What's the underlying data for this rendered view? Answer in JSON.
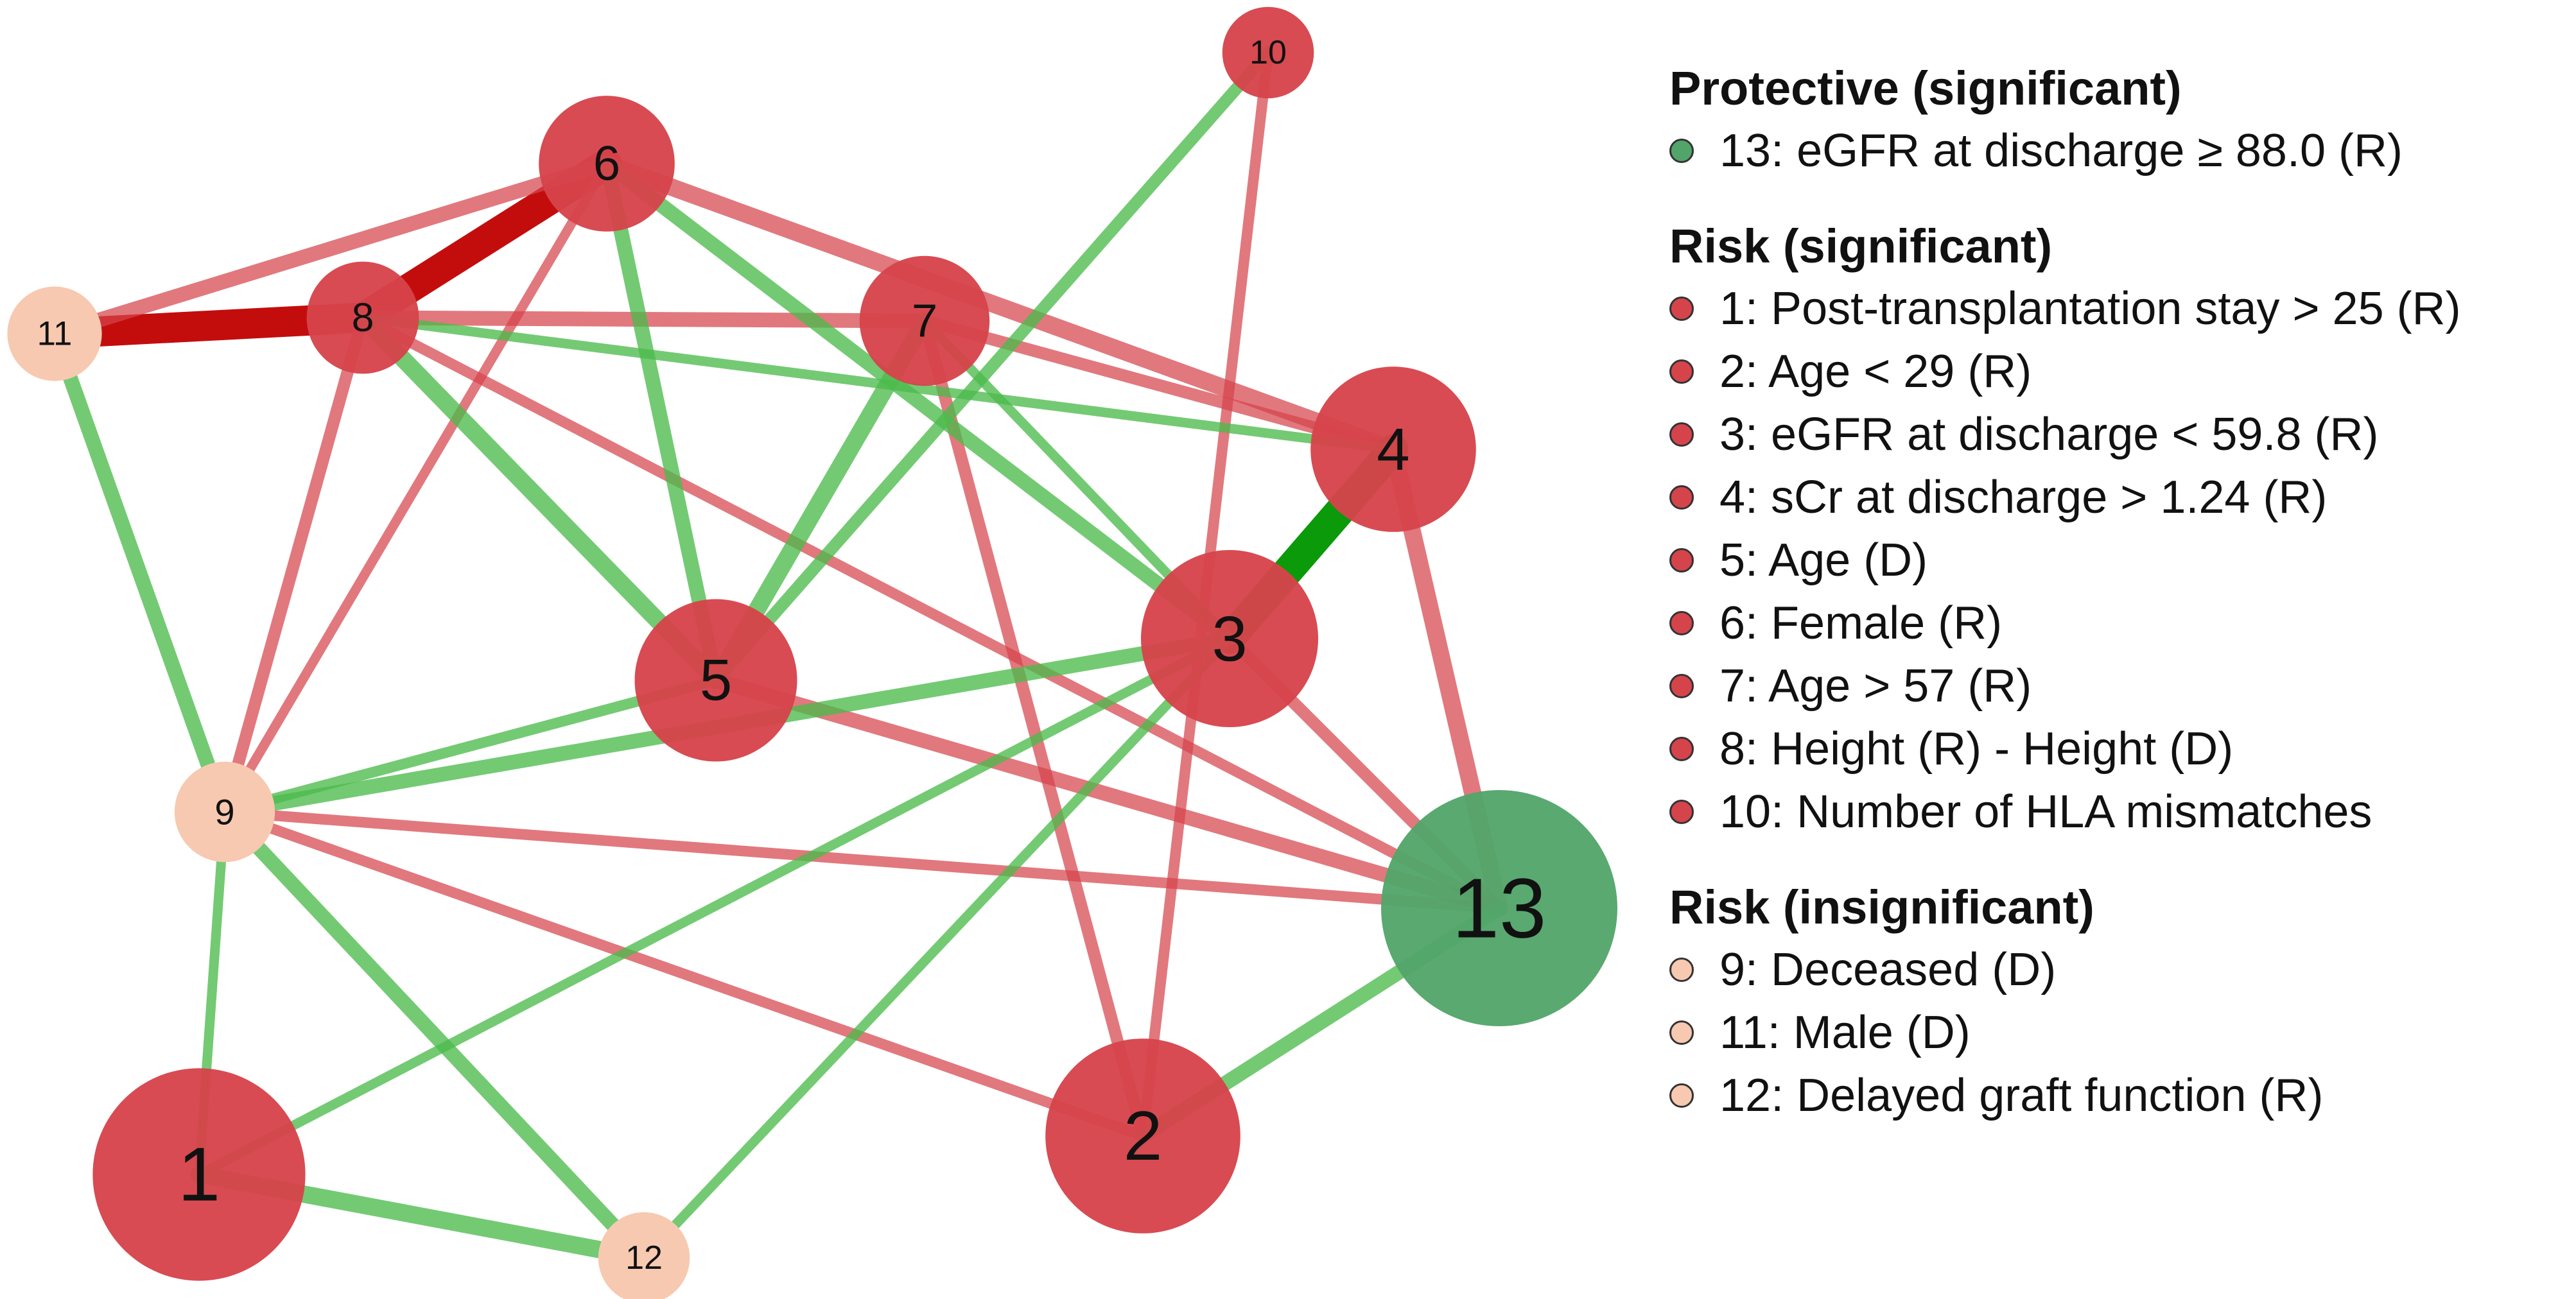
{
  "colors": {
    "risk_node": "#d6444b",
    "protective_node": "#52a56a",
    "insignificant_node": "#f7c9b0",
    "edge_red": "#d6444b",
    "edge_dark_red": "#c00000",
    "edge_green": "#4cbb4c",
    "edge_dark_green": "#0a9a0a"
  },
  "nodes": [
    {
      "id": "1",
      "label": "1",
      "group": "risk",
      "size": 3.6
    },
    {
      "id": "2",
      "label": "2",
      "group": "risk",
      "size": 3.3
    },
    {
      "id": "3",
      "label": "3",
      "group": "risk",
      "size": 3.0
    },
    {
      "id": "4",
      "label": "4",
      "group": "risk",
      "size": 2.8
    },
    {
      "id": "5",
      "label": "5",
      "group": "risk",
      "size": 2.75
    },
    {
      "id": "6",
      "label": "6",
      "group": "risk",
      "size": 2.3
    },
    {
      "id": "7",
      "label": "7",
      "group": "risk",
      "size": 2.2
    },
    {
      "id": "8",
      "label": "8",
      "group": "risk",
      "size": 1.9
    },
    {
      "id": "9",
      "label": "9",
      "group": "insignificant",
      "size": 1.7
    },
    {
      "id": "10",
      "label": "10",
      "group": "risk",
      "size": 1.55
    },
    {
      "id": "11",
      "label": "11",
      "group": "insignificant",
      "size": 1.6
    },
    {
      "id": "12",
      "label": "12",
      "group": "insignificant",
      "size": 1.55
    },
    {
      "id": "13",
      "label": "13",
      "group": "protective",
      "size": 4.0
    }
  ],
  "edges": [
    {
      "source": "11",
      "target": "8",
      "color": "dark_red",
      "weight": 5
    },
    {
      "source": "8",
      "target": "6",
      "color": "dark_red",
      "weight": 5
    },
    {
      "source": "11",
      "target": "6",
      "color": "red",
      "weight": 2
    },
    {
      "source": "8",
      "target": "7",
      "color": "red",
      "weight": 2
    },
    {
      "source": "6",
      "target": "4",
      "color": "red",
      "weight": 2.5
    },
    {
      "source": "7",
      "target": "4",
      "color": "red",
      "weight": 1.5
    },
    {
      "source": "6",
      "target": "9",
      "color": "red",
      "weight": 1
    },
    {
      "source": "8",
      "target": "9",
      "color": "red",
      "weight": 1.5
    },
    {
      "source": "8",
      "target": "13",
      "color": "red",
      "weight": 1.2
    },
    {
      "source": "7",
      "target": "2",
      "color": "red",
      "weight": 1.5
    },
    {
      "source": "10",
      "target": "2",
      "color": "red",
      "weight": 1.2
    },
    {
      "source": "4",
      "target": "13",
      "color": "red",
      "weight": 2.5
    },
    {
      "source": "5",
      "target": "13",
      "color": "red",
      "weight": 2
    },
    {
      "source": "3",
      "target": "13",
      "color": "red",
      "weight": 1.5
    },
    {
      "source": "9",
      "target": "13",
      "color": "red",
      "weight": 1.2
    },
    {
      "source": "9",
      "target": "2",
      "color": "red",
      "weight": 1.2
    },
    {
      "source": "4",
      "target": "3",
      "color": "dark_green",
      "weight": 5
    },
    {
      "source": "11",
      "target": "9",
      "color": "green",
      "weight": 2
    },
    {
      "source": "6",
      "target": "5",
      "color": "green",
      "weight": 2
    },
    {
      "source": "6",
      "target": "3",
      "color": "green",
      "weight": 2
    },
    {
      "source": "8",
      "target": "5",
      "color": "green",
      "weight": 2.5
    },
    {
      "source": "8",
      "target": "4",
      "color": "green",
      "weight": 1
    },
    {
      "source": "7",
      "target": "5",
      "color": "green",
      "weight": 2.5
    },
    {
      "source": "7",
      "target": "3",
      "color": "green",
      "weight": 1
    },
    {
      "source": "10",
      "target": "5",
      "color": "green",
      "weight": 1.5
    },
    {
      "source": "9",
      "target": "3",
      "color": "green",
      "weight": 2
    },
    {
      "source": "9",
      "target": "5",
      "color": "green",
      "weight": 1.2
    },
    {
      "source": "9",
      "target": "1",
      "color": "green",
      "weight": 1
    },
    {
      "source": "9",
      "target": "12",
      "color": "green",
      "weight": 2
    },
    {
      "source": "1",
      "target": "12",
      "color": "green",
      "weight": 2.5
    },
    {
      "source": "1",
      "target": "3",
      "color": "green",
      "weight": 1
    },
    {
      "source": "12",
      "target": "3",
      "color": "green",
      "weight": 1
    },
    {
      "source": "2",
      "target": "13",
      "color": "green",
      "weight": 2
    }
  ],
  "legend": [
    {
      "title": "Protective (significant)",
      "group": "protective",
      "items": [
        "13: eGFR at discharge ≥ 88.0 (R)"
      ]
    },
    {
      "title": "Risk (significant)",
      "group": "risk",
      "items": [
        "1: Post-transplantation stay > 25 (R)",
        "2: Age < 29 (R)",
        "3: eGFR at discharge < 59.8 (R)",
        "4: sCr at discharge > 1.24 (R)",
        "5: Age (D)",
        "6: Female (R)",
        "7: Age > 57 (R)",
        "8: Height (R) - Height (D)",
        "10: Number of HLA mismatches"
      ]
    },
    {
      "title": "Risk (insignificant)",
      "group": "insignificant",
      "items": [
        "9: Deceased (D)",
        "11: Male (D)",
        "12: Delayed graft function (R)"
      ]
    }
  ]
}
